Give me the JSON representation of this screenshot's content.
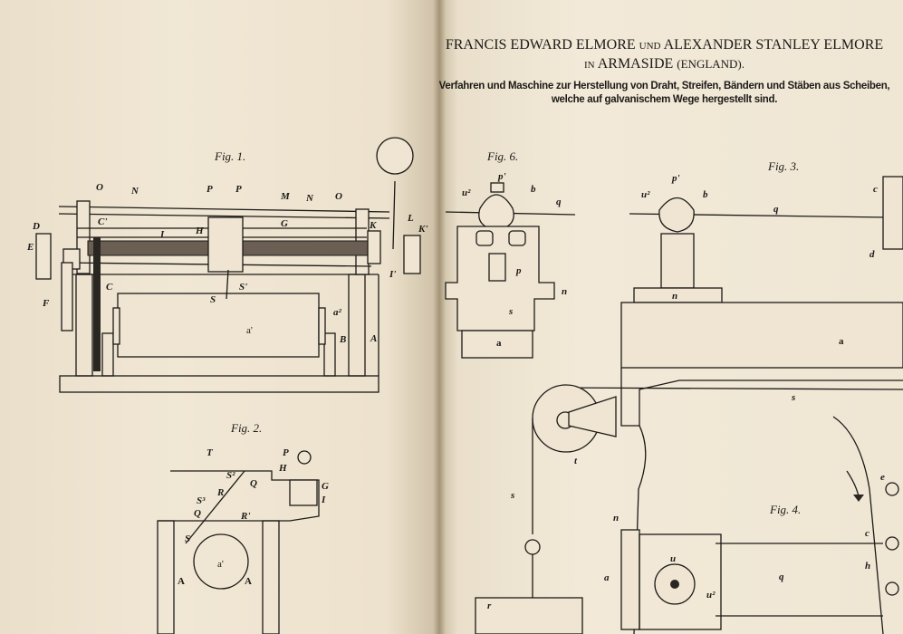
{
  "header": {
    "inventor1": "Francis Edward Elmore",
    "conj": "und",
    "inventor2": "Alexander Stanley Elmore",
    "in": "in",
    "place": "Armaside",
    "country": "(England).",
    "title_line1": "Verfahren und Maschine zur Herstellung von Draht, Streifen, Bändern und Stäben aus Scheiben,",
    "title_line2": "welche auf galvanischem Wege hergestellt sind."
  },
  "figures": {
    "fig1": {
      "caption": "Fig. 1.",
      "labels": [
        "O",
        "N",
        "P",
        "P",
        "M",
        "N",
        "O",
        "D",
        "E",
        "C'",
        "I",
        "G",
        "H",
        "K",
        "L",
        "K'",
        "I'",
        "F",
        "C",
        "S'",
        "S",
        "a'",
        "a²",
        "B",
        "A"
      ]
    },
    "fig2": {
      "caption": "Fig. 2.",
      "labels": [
        "T",
        "P",
        "H",
        "G",
        "I",
        "Q",
        "S²",
        "R",
        "S³",
        "Q",
        "R'",
        "S",
        "a'",
        "A",
        "A"
      ]
    },
    "fig6": {
      "caption": "Fig. 6.",
      "labels": [
        "p'",
        "u²",
        "b",
        "q",
        "p",
        "n",
        "s",
        "a"
      ]
    },
    "fig3": {
      "caption": "Fig. 3.",
      "labels": [
        "u²",
        "p'",
        "b",
        "q",
        "c",
        "d",
        "n",
        "a",
        "s",
        "t",
        "s",
        "r"
      ]
    },
    "fig4": {
      "caption": "Fig. 4.",
      "labels": [
        "n",
        "a",
        "u",
        "u²",
        "q",
        "c",
        "h",
        "e"
      ]
    }
  }
}
